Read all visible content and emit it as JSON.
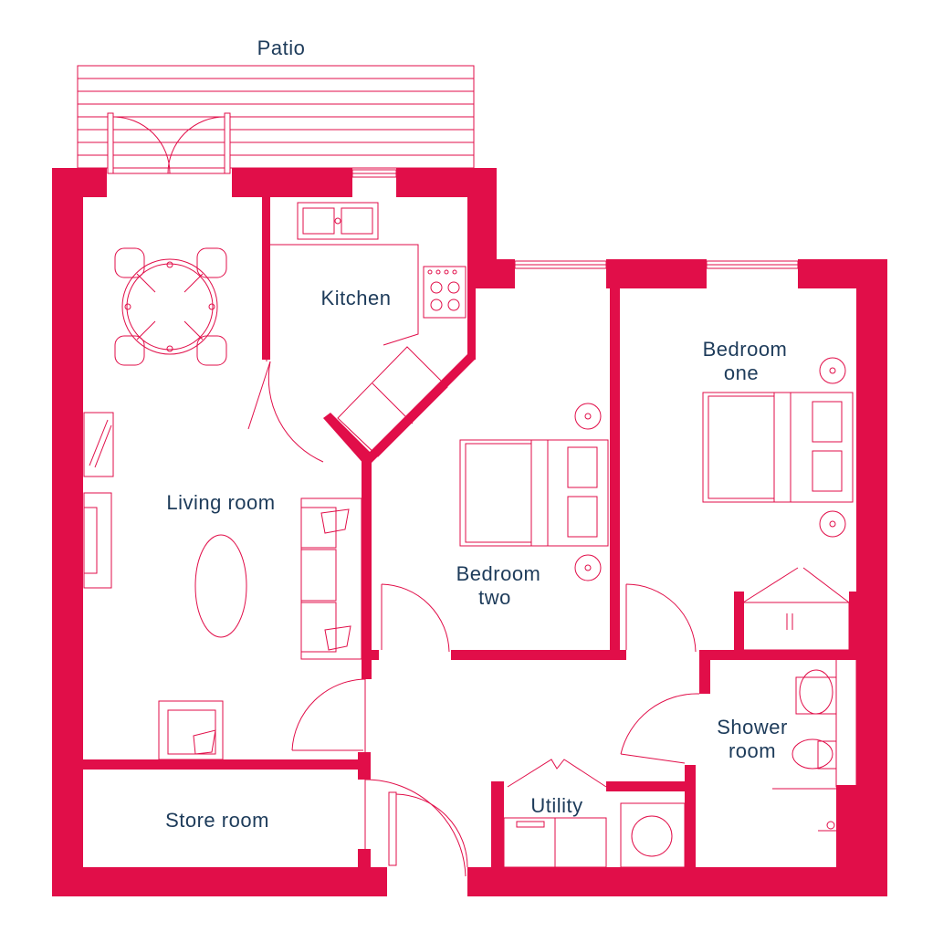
{
  "colors": {
    "wall": "#E10E49",
    "label": "#1D3B5A",
    "background": "#FFFFFF"
  },
  "labels": {
    "patio": "Patio",
    "kitchen": "Kitchen",
    "bedroom_one": [
      "Bedroom",
      "one"
    ],
    "bedroom_two": [
      "Bedroom",
      "two"
    ],
    "living_room": "Living room",
    "shower_room": [
      "Shower",
      "room"
    ],
    "utility": "Utility",
    "store_room": "Store room"
  }
}
